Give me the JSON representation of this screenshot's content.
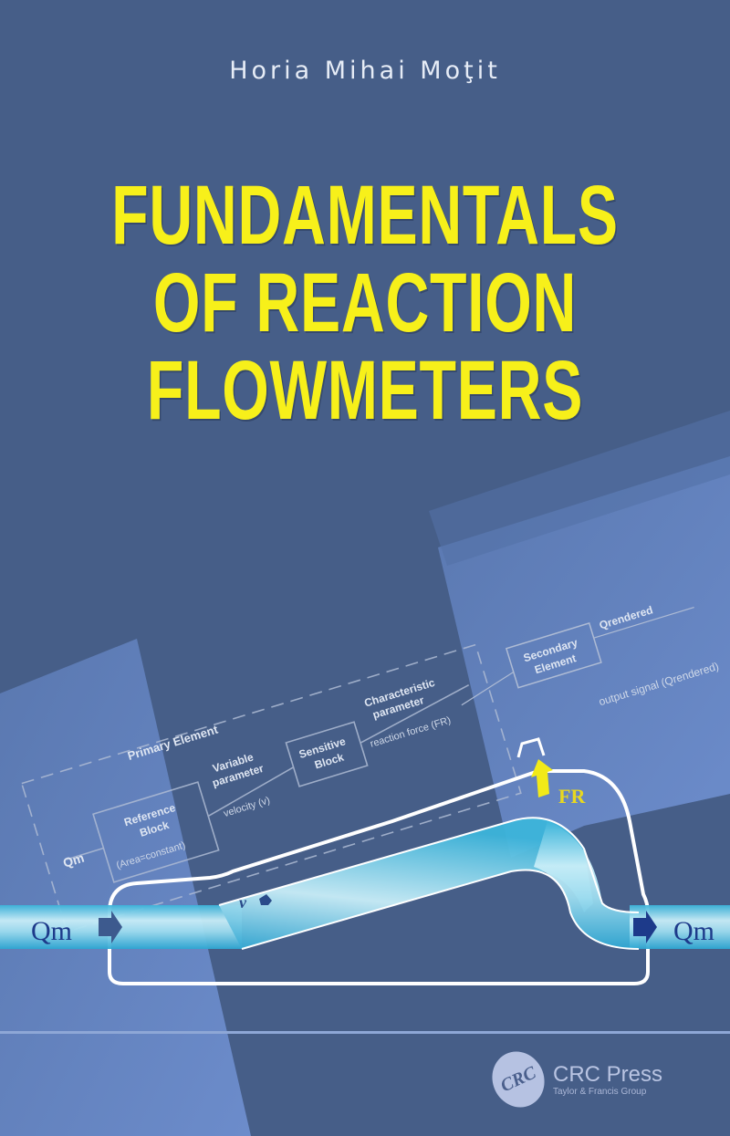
{
  "cover": {
    "author": "Horia Mihai Moţit",
    "title_lines": [
      "FUNDAMENTALS",
      "OF REACTION",
      "FLOWMETERS"
    ],
    "colors": {
      "background_dark": "#465e88",
      "background_light": "#6a8ac6",
      "title_yellow": "#f7f01a",
      "pipe_cyan": "#7fd4ea",
      "arrow_navy": "#1d3a8a"
    }
  },
  "diagram": {
    "primary_element_label": "Primary Element",
    "input_label": "Qm",
    "reference_block": {
      "line1": "Reference",
      "line2": "Block",
      "line3": "(Area=constant)"
    },
    "variable_parameter": {
      "line1": "Variable",
      "line2": "parameter",
      "value": "velocity (v)"
    },
    "sensitive_block": {
      "line1": "Sensitive",
      "line2": "Block"
    },
    "characteristic_parameter": {
      "line1": "Characteristic",
      "line2": "parameter",
      "value": "reaction force (FR)"
    },
    "secondary_element": {
      "line1": "Secondary",
      "line2": "Element"
    },
    "q_rendered": "Qrendered",
    "output_signal": "output signal (Qrendered)",
    "force_label": "FR",
    "velocity_label": "v",
    "flow_in_label": "Qm",
    "flow_out_label": "Qm"
  },
  "publisher": {
    "logo_text": "CRC",
    "name": "CRC Press",
    "subtitle": "Taylor & Francis Group"
  }
}
